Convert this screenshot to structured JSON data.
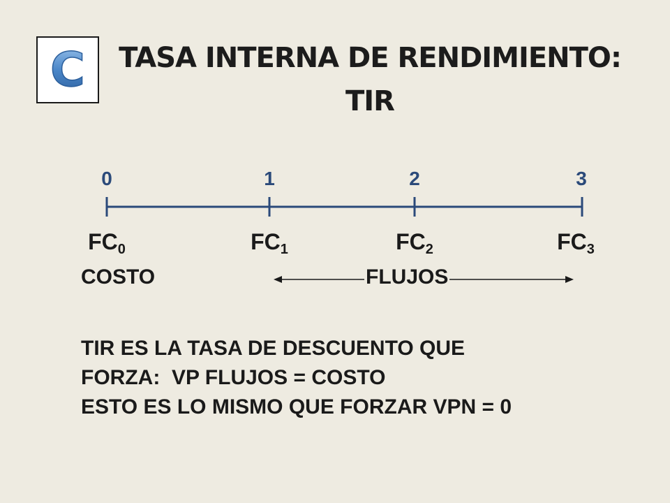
{
  "badge": {
    "letter": "C",
    "color": "#4a86c8"
  },
  "title": {
    "line1": "TASA INTERNA DE RENDIMIENTO:",
    "line2": "TIR"
  },
  "timeline": {
    "line_color": "#2b4a7a",
    "periods": [
      {
        "label": "0"
      },
      {
        "label": "1"
      },
      {
        "label": "2"
      },
      {
        "label": "3"
      }
    ],
    "cash_flows": [
      {
        "base": "FC",
        "sub": "0"
      },
      {
        "base": "FC",
        "sub": "1"
      },
      {
        "base": "FC",
        "sub": "2"
      },
      {
        "base": "FC",
        "sub": "3"
      }
    ]
  },
  "labels": {
    "costo": "COSTO",
    "flujos": "FLUJOS"
  },
  "explanation": {
    "line1": "TIR ES LA TASA DE DESCUENTO QUE",
    "line2": "FORZA:  VP FLUJOS = COSTO",
    "line3": "ESTO ES LO MISMO QUE FORZAR VPN = 0"
  }
}
